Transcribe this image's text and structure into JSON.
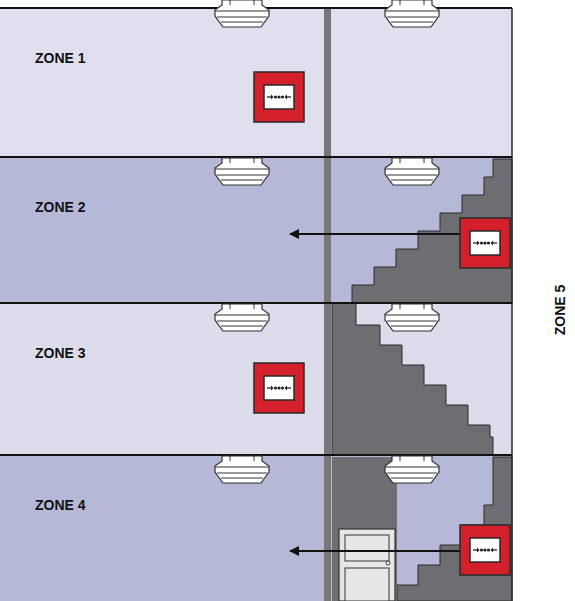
{
  "diagram": {
    "nodes": [
      {
        "text": [
          "ZONE 1"
        ]
      },
      {
        "text": [
          "ZONE 2"
        ]
      },
      {
        "text": [
          "ZONE 3"
        ]
      },
      {
        "text": [
          "ZONE 4"
        ]
      }
    ],
    "labels": [
      "ZONE 5"
    ]
  }
}
